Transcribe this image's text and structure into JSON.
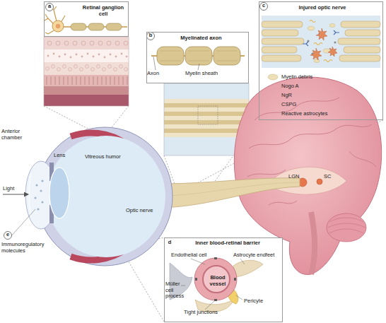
{
  "diagram": {
    "nodes": [
      {
        "text": [
          "Retinal ganglion cell"
        ]
      },
      {
        "text": [
          "Myelinated axon"
        ]
      },
      {
        "text": [
          "Injured optic nerve"
        ]
      },
      {
        "text": [
          "Inner blood-retinal barrier"
        ]
      },
      {
        "text": [
          "Blood vessel"
        ],
        "in": 3
      }
    ],
    "labels": [
      "a",
      "b",
      "c",
      "Axon",
      "Myelin sheath",
      "Anterior chamber",
      "Lens",
      "Vitreous humor",
      "Light",
      "Optic nerve",
      "LGN",
      "SC",
      "e",
      "Immunoregulatory molecules",
      "d",
      "Endothelial cell",
      "Astrocyte endfeet",
      "Müller cell process",
      "Tight junctions",
      "Pericyte"
    ],
    "legend": [
      {
        "text": "Myelin debris"
      },
      {
        "text": "Nogo A"
      },
      {
        "text": "NgR"
      },
      {
        "text": "CSPG"
      },
      {
        "text": "Reactive astrocytes"
      }
    ]
  }
}
